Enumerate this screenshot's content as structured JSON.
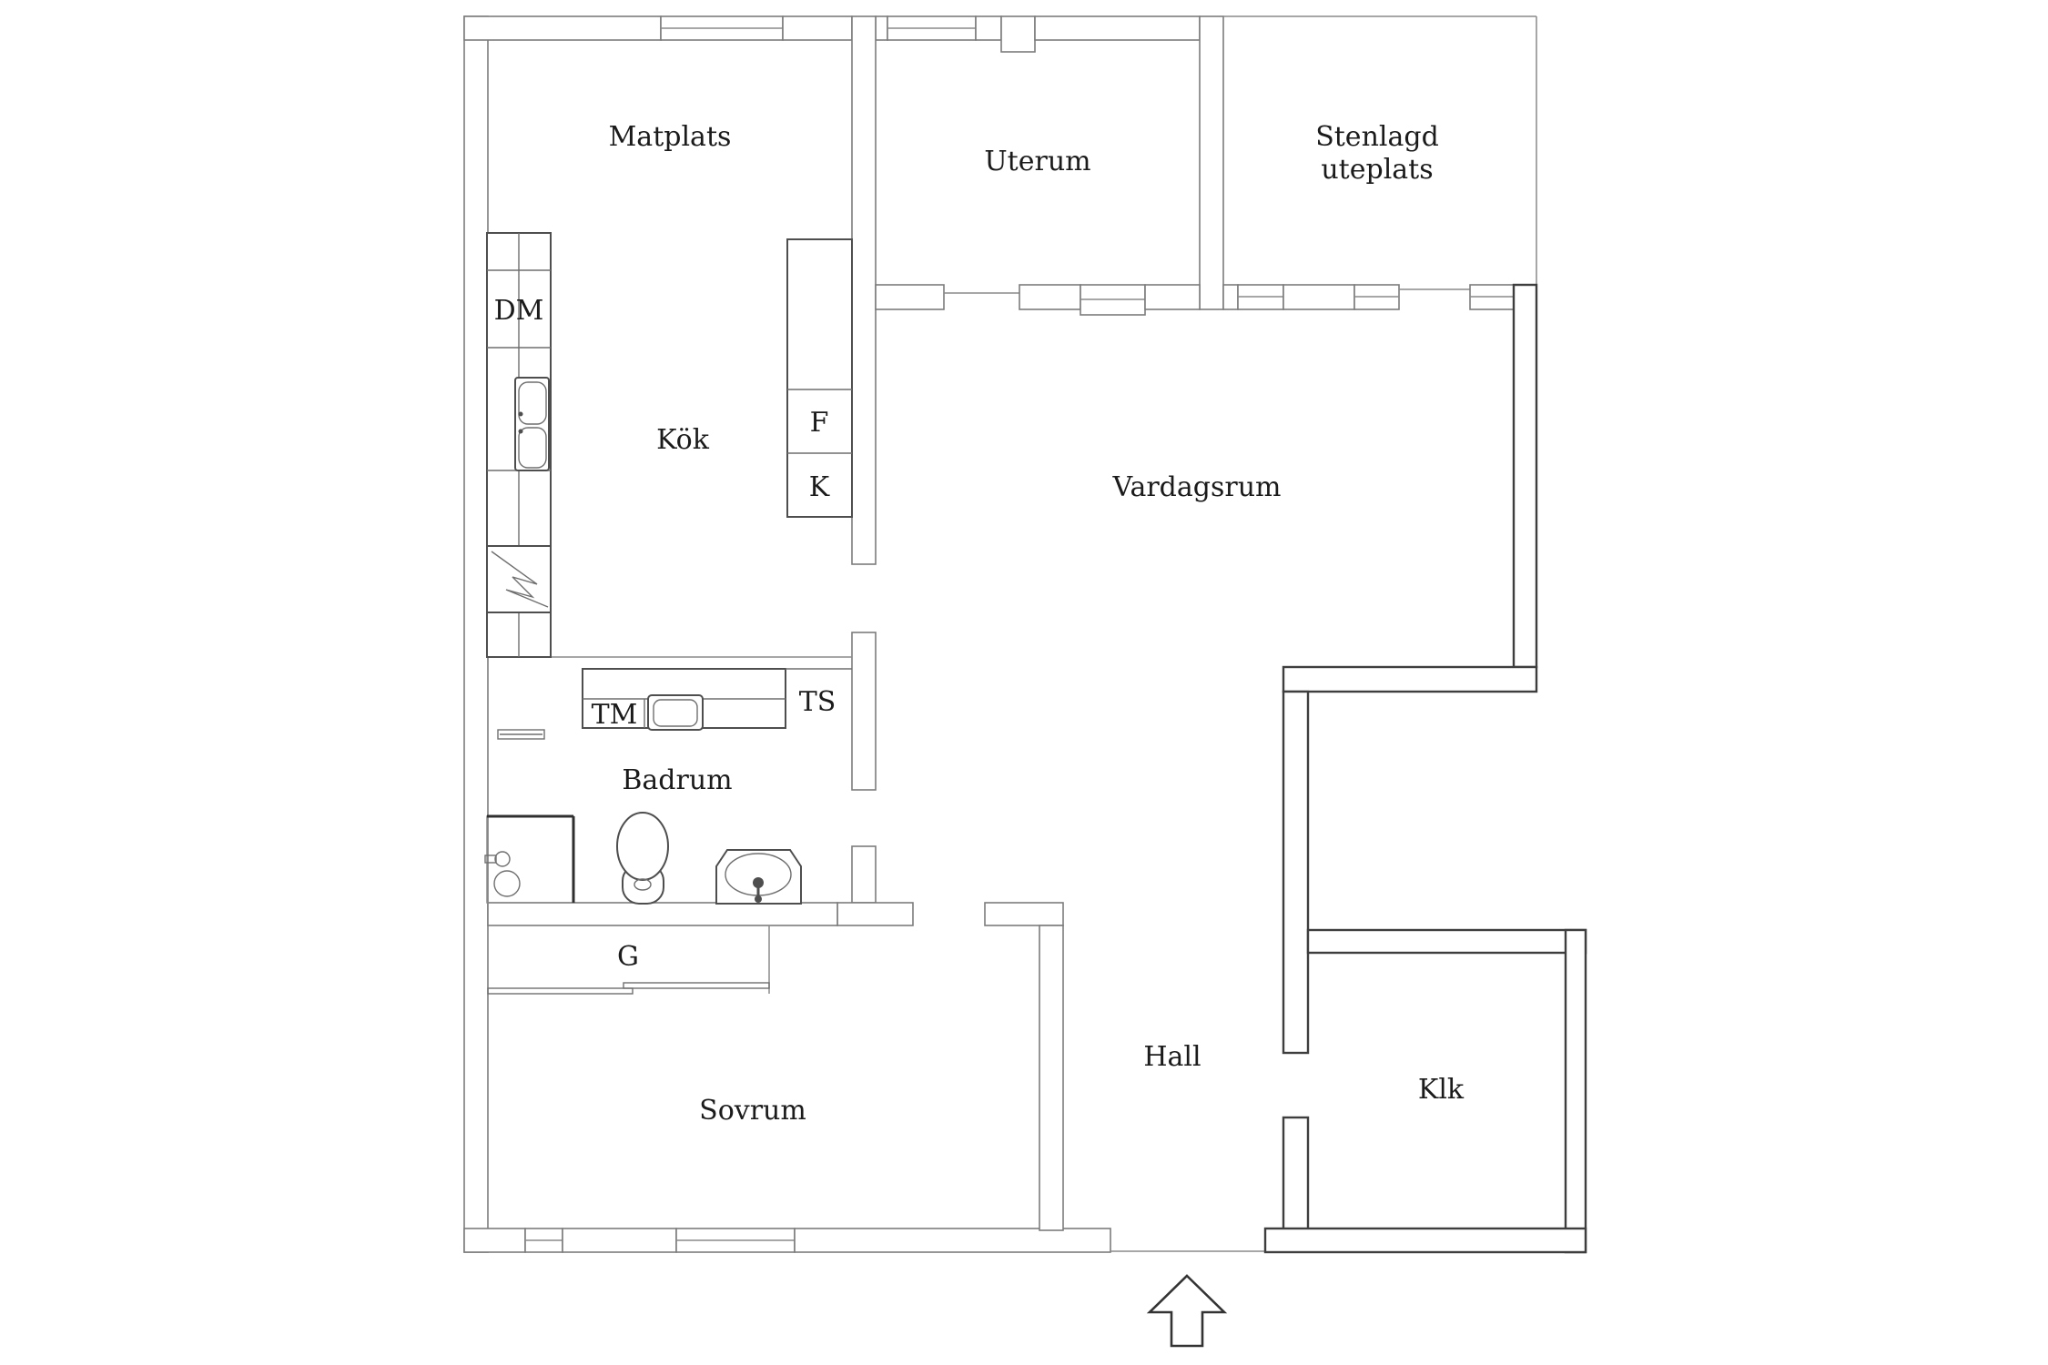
{
  "title": "Apartment floor plan",
  "colors": {
    "background": "#ffffff",
    "wall_line": "#7c7c7c",
    "wall_line_bold": "#3e3e3e",
    "fixture_line": "#4e4e4e",
    "text": "#1b1b1b"
  },
  "rooms": {
    "matplats": {
      "label": "Matplats"
    },
    "uterum": {
      "label": "Uterum"
    },
    "stenlagd_uteplats": {
      "label": "Stenlagd uteplats",
      "line1": "Stenlagd",
      "line2": "uteplats"
    },
    "kok": {
      "label": "Kök"
    },
    "vardagsrum": {
      "label": "Vardagsrum"
    },
    "badrum": {
      "label": "Badrum"
    },
    "sovrum": {
      "label": "Sovrum"
    },
    "hall": {
      "label": "Hall"
    },
    "klk": {
      "label": "Klk"
    }
  },
  "fixtures": {
    "dishwasher": {
      "label": "DM"
    },
    "fridge": {
      "label": "F"
    },
    "freezer": {
      "label": "K"
    },
    "washing_machine": {
      "label": "TM"
    },
    "drying_cabinet": {
      "label": "TS"
    },
    "wardrobe": {
      "label": "G"
    }
  },
  "icons": [
    "entrance-arrow-icon",
    "stove-icon",
    "kitchen-sink-icon",
    "laundry-sink-icon",
    "toilet-icon",
    "shower-icon",
    "washbasin-icon",
    "sliding-door-icon",
    "window-icon"
  ]
}
